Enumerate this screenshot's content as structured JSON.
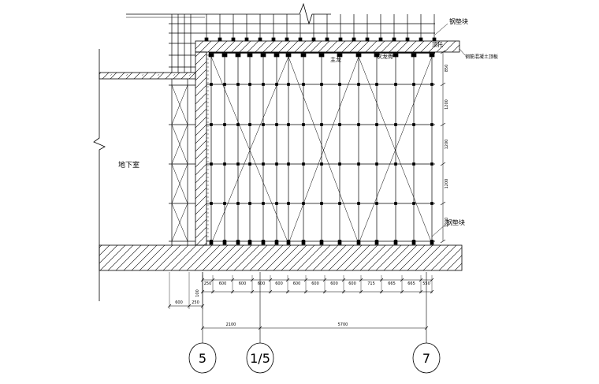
{
  "labels": {
    "steel_pad_top": "钢垫块",
    "concrete_roof": "钢筋混凝土顶板",
    "top_support": "顶托",
    "main_keel": "主龙",
    "secondary_keel": "次龙骨",
    "basement": "地下室",
    "steel_pad_bottom": "钢垫块"
  },
  "vertical_dims": [
    "850",
    "1200",
    "1200",
    "1200",
    "1200"
  ],
  "bay_dims": [
    "250",
    "600",
    "600",
    "600",
    "600",
    "600",
    "600",
    "600",
    "600",
    "715",
    "665",
    "665",
    "550"
  ],
  "left_dims": [
    "600",
    "250"
  ],
  "left_vdim": "100",
  "axis_dims": [
    "2100",
    "5700"
  ],
  "axes": [
    "5",
    "1/5",
    "7"
  ]
}
